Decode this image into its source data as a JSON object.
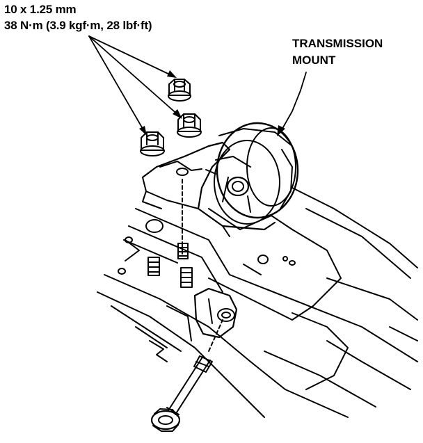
{
  "labels": {
    "fastener_size": "10 x 1.25 mm",
    "torque_spec": "38 N·m (3.9 kgf·m, 28 lbf·ft)",
    "callout_line1": "TRANSMISSION",
    "callout_line2": "MOUNT"
  }
}
